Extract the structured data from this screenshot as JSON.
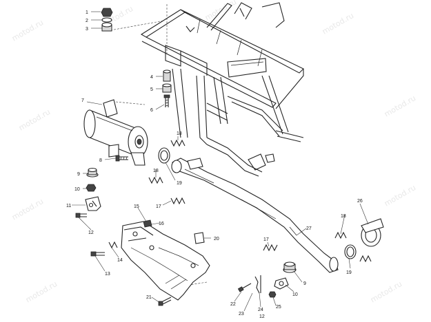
{
  "watermark": "motod.ru",
  "callouts": [
    {
      "id": "c1",
      "text": "1"
    },
    {
      "id": "c2",
      "text": "2"
    },
    {
      "id": "c3",
      "text": "3"
    },
    {
      "id": "c4",
      "text": "4"
    },
    {
      "id": "c5",
      "text": "5"
    },
    {
      "id": "c6",
      "text": "6"
    },
    {
      "id": "c7",
      "text": "7"
    },
    {
      "id": "c8",
      "text": "8"
    },
    {
      "id": "c9a",
      "text": "9"
    },
    {
      "id": "c10a",
      "text": "10"
    },
    {
      "id": "c11",
      "text": "11"
    },
    {
      "id": "c12a",
      "text": "12"
    },
    {
      "id": "c13",
      "text": "13"
    },
    {
      "id": "c14",
      "text": "14"
    },
    {
      "id": "c15",
      "text": "15"
    },
    {
      "id": "c16",
      "text": "16"
    },
    {
      "id": "c17a",
      "text": "17"
    },
    {
      "id": "c17b",
      "text": "17"
    },
    {
      "id": "c18a",
      "text": "18"
    },
    {
      "id": "c18b",
      "text": "18"
    },
    {
      "id": "c18c",
      "text": "18"
    },
    {
      "id": "c19a",
      "text": "19"
    },
    {
      "id": "c19b",
      "text": "19"
    },
    {
      "id": "c20",
      "text": "20"
    },
    {
      "id": "c21",
      "text": "21"
    },
    {
      "id": "c22",
      "text": "22"
    },
    {
      "id": "c23",
      "text": "23"
    },
    {
      "id": "c24",
      "text": "24"
    },
    {
      "id": "c25",
      "text": "25"
    },
    {
      "id": "c26",
      "text": "26"
    },
    {
      "id": "c27",
      "text": "27"
    },
    {
      "id": "c9b",
      "text": "9"
    },
    {
      "id": "c10b",
      "text": "10"
    },
    {
      "id": "c12b",
      "text": "12"
    }
  ]
}
